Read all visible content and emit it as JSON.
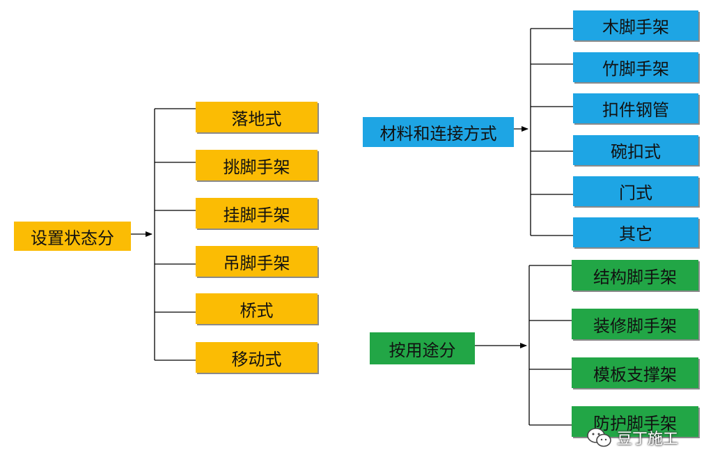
{
  "left_group": {
    "root": "设置状态分",
    "items": [
      "落地式",
      "挑脚手架",
      "挂脚手架",
      "吊脚手架",
      "桥式",
      "移动式"
    ]
  },
  "material_group": {
    "root": "材料和连接方式",
    "items": [
      "木脚手架",
      "竹脚手架",
      "扣件钢管",
      "碗扣式",
      "门式",
      "其它"
    ]
  },
  "usage_group": {
    "root": "按用途分",
    "items": [
      "结构脚手架",
      "装修脚手架",
      "模板支撑架",
      "防护脚手架"
    ]
  },
  "watermark": {
    "text": "豆丁施工",
    "icon": "wechat-icon"
  },
  "colors": {
    "orange": "#fbbc04",
    "blue": "#1ea5e4",
    "green": "#22a646",
    "line": "#000000"
  }
}
